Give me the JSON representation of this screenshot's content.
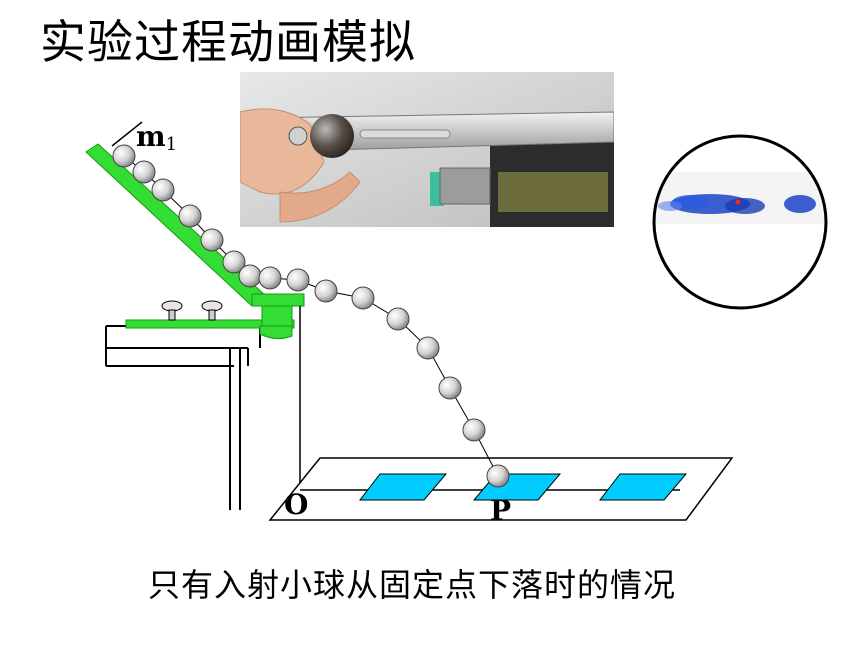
{
  "slide": {
    "title": "实验过程动画模拟",
    "caption": "只有入射小球从固定点下落时的情况"
  },
  "labels": {
    "mass": "m",
    "mass_sub": "1",
    "origin": "O",
    "landing": "P"
  },
  "colors": {
    "ramp": "#33dd33",
    "target_paper": "#00ccff",
    "carbon_mark": "#1a44c8",
    "ball": "#c9c9c9"
  }
}
